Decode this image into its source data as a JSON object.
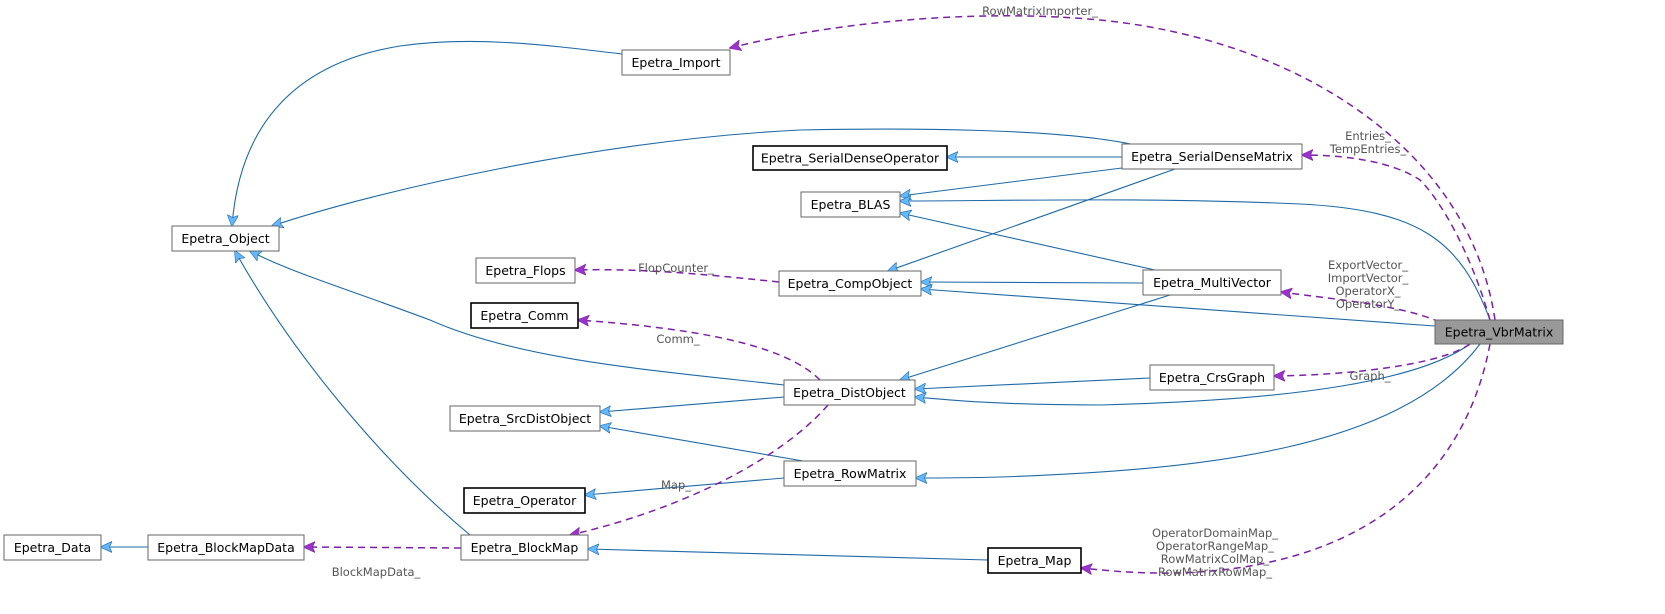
{
  "diagram": {
    "title": "Collaboration diagram for Epetra_VbrMatrix",
    "focus_node": "Epetra_VbrMatrix",
    "colors": {
      "inherit_edge": "#1e6aa8",
      "inherit_arrow": "#63b8ff",
      "use_edge": "#7d1fa7",
      "use_arrow": "#9a32cd",
      "focus_fill": "#999999",
      "label_text": "#555555"
    },
    "nodes": [
      {
        "id": "Epetra_VbrMatrix",
        "label": "Epetra_VbrMatrix",
        "style": "focus"
      },
      {
        "id": "Epetra_Import",
        "label": "Epetra_Import",
        "style": "normal"
      },
      {
        "id": "Epetra_Object",
        "label": "Epetra_Object",
        "style": "normal"
      },
      {
        "id": "Epetra_SerialDenseOperator",
        "label": "Epetra_SerialDenseOperator",
        "style": "strong"
      },
      {
        "id": "Epetra_SerialDenseMatrix",
        "label": "Epetra_SerialDenseMatrix",
        "style": "normal"
      },
      {
        "id": "Epetra_BLAS",
        "label": "Epetra_BLAS",
        "style": "normal"
      },
      {
        "id": "Epetra_Flops",
        "label": "Epetra_Flops",
        "style": "normal"
      },
      {
        "id": "Epetra_CompObject",
        "label": "Epetra_CompObject",
        "style": "normal"
      },
      {
        "id": "Epetra_MultiVector",
        "label": "Epetra_MultiVector",
        "style": "normal"
      },
      {
        "id": "Epetra_Comm",
        "label": "Epetra_Comm",
        "style": "strong"
      },
      {
        "id": "Epetra_DistObject",
        "label": "Epetra_DistObject",
        "style": "normal"
      },
      {
        "id": "Epetra_CrsGraph",
        "label": "Epetra_CrsGraph",
        "style": "normal"
      },
      {
        "id": "Epetra_SrcDistObject",
        "label": "Epetra_SrcDistObject",
        "style": "normal"
      },
      {
        "id": "Epetra_RowMatrix",
        "label": "Epetra_RowMatrix",
        "style": "normal"
      },
      {
        "id": "Epetra_Operator",
        "label": "Epetra_Operator",
        "style": "strong"
      },
      {
        "id": "Epetra_Data",
        "label": "Epetra_Data",
        "style": "normal"
      },
      {
        "id": "Epetra_BlockMapData",
        "label": "Epetra_BlockMapData",
        "style": "normal"
      },
      {
        "id": "Epetra_BlockMap",
        "label": "Epetra_BlockMap",
        "style": "normal"
      },
      {
        "id": "Epetra_Map",
        "label": "Epetra_Map",
        "style": "strong"
      }
    ],
    "edges": [
      {
        "from": "Epetra_Import",
        "to": "Epetra_Object",
        "kind": "inherit"
      },
      {
        "from": "Epetra_SerialDenseMatrix",
        "to": "Epetra_Object",
        "kind": "inherit"
      },
      {
        "from": "Epetra_SerialDenseMatrix",
        "to": "Epetra_SerialDenseOperator",
        "kind": "inherit"
      },
      {
        "from": "Epetra_SerialDenseMatrix",
        "to": "Epetra_BLAS",
        "kind": "inherit"
      },
      {
        "from": "Epetra_SerialDenseMatrix",
        "to": "Epetra_CompObject",
        "kind": "inherit"
      },
      {
        "from": "Epetra_VbrMatrix",
        "to": "Epetra_BLAS",
        "kind": "inherit"
      },
      {
        "from": "Epetra_MultiVector",
        "to": "Epetra_BLAS",
        "kind": "inherit"
      },
      {
        "from": "Epetra_MultiVector",
        "to": "Epetra_CompObject",
        "kind": "inherit"
      },
      {
        "from": "Epetra_MultiVector",
        "to": "Epetra_DistObject",
        "kind": "inherit"
      },
      {
        "from": "Epetra_VbrMatrix",
        "to": "Epetra_CompObject",
        "kind": "inherit"
      },
      {
        "from": "Epetra_DistObject",
        "to": "Epetra_Object",
        "kind": "inherit"
      },
      {
        "from": "Epetra_DistObject",
        "to": "Epetra_SrcDistObject",
        "kind": "inherit"
      },
      {
        "from": "Epetra_CrsGraph",
        "to": "Epetra_DistObject",
        "kind": "inherit"
      },
      {
        "from": "Epetra_VbrMatrix",
        "to": "Epetra_DistObject",
        "kind": "inherit"
      },
      {
        "from": "Epetra_RowMatrix",
        "to": "Epetra_SrcDistObject",
        "kind": "inherit"
      },
      {
        "from": "Epetra_RowMatrix",
        "to": "Epetra_Operator",
        "kind": "inherit"
      },
      {
        "from": "Epetra_VbrMatrix",
        "to": "Epetra_RowMatrix",
        "kind": "inherit"
      },
      {
        "from": "Epetra_BlockMap",
        "to": "Epetra_Object",
        "kind": "inherit"
      },
      {
        "from": "Epetra_BlockMapData",
        "to": "Epetra_Data",
        "kind": "inherit"
      },
      {
        "from": "Epetra_Map",
        "to": "Epetra_BlockMap",
        "kind": "inherit"
      },
      {
        "from": "Epetra_VbrMatrix",
        "to": "Epetra_Import",
        "kind": "use",
        "label": [
          "RowMatrixImporter_"
        ]
      },
      {
        "from": "Epetra_VbrMatrix",
        "to": "Epetra_SerialDenseMatrix",
        "kind": "use",
        "label": [
          "Entries_",
          "TempEntries_"
        ]
      },
      {
        "from": "Epetra_CompObject",
        "to": "Epetra_Flops",
        "kind": "use",
        "label": [
          "FlopCounter_"
        ]
      },
      {
        "from": "Epetra_VbrMatrix",
        "to": "Epetra_MultiVector",
        "kind": "use",
        "label": [
          "ExportVector_",
          "ImportVector_",
          "OperatorX_",
          "OperatorY_"
        ]
      },
      {
        "from": "Epetra_DistObject",
        "to": "Epetra_Comm",
        "kind": "use",
        "label": [
          "Comm_"
        ]
      },
      {
        "from": "Epetra_VbrMatrix",
        "to": "Epetra_CrsGraph",
        "kind": "use",
        "label": [
          "Graph_"
        ]
      },
      {
        "from": "Epetra_DistObject",
        "to": "Epetra_BlockMap",
        "kind": "use",
        "label": [
          "Map_"
        ]
      },
      {
        "from": "Epetra_BlockMap",
        "to": "Epetra_BlockMapData",
        "kind": "use",
        "label": [
          "BlockMapData_"
        ]
      },
      {
        "from": "Epetra_VbrMatrix",
        "to": "Epetra_Map",
        "kind": "use",
        "label": [
          "OperatorDomainMap_",
          "OperatorRangeMap_",
          "RowMatrixColMap_",
          "RowMatrixRowMap_"
        ]
      }
    ]
  }
}
